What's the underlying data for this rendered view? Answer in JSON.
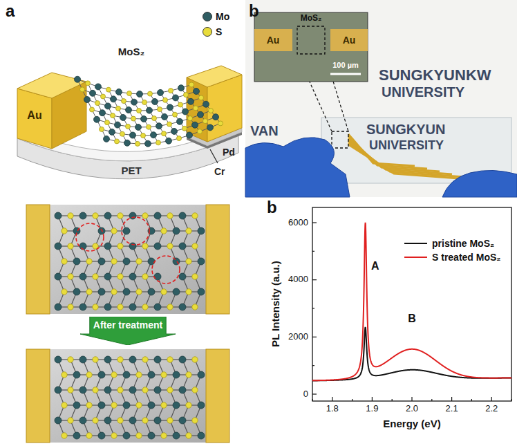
{
  "diagram": {
    "nodes": [
      {
        "text": [
          "After treatment"
        ]
      }
    ],
    "labels": [
      "a",
      "MoS₂",
      "Au",
      "PET",
      "Pd",
      "Cr",
      "b",
      "Au",
      "MoS₂",
      "Au",
      "100 µm",
      "SUNGKYUNKW",
      "UNIVERSITY",
      "VAN",
      "SUNGKYUN",
      "UNIVERSITY",
      "b",
      "A",
      "B",
      "0",
      "2000",
      "4000",
      "6000",
      "1.8",
      "1.9",
      "2.0",
      "2.1",
      "2.2",
      "PL Intensity (a.u.)",
      "Energy (eV)"
    ],
    "legend": [
      {
        "text": "Mo",
        "color": "#2f5d63"
      },
      {
        "text": "S",
        "color": "#e8dc3c"
      },
      {
        "text": "pristine MoS₂"
      },
      {
        "text": "S treated MoS₂"
      }
    ]
  }
}
